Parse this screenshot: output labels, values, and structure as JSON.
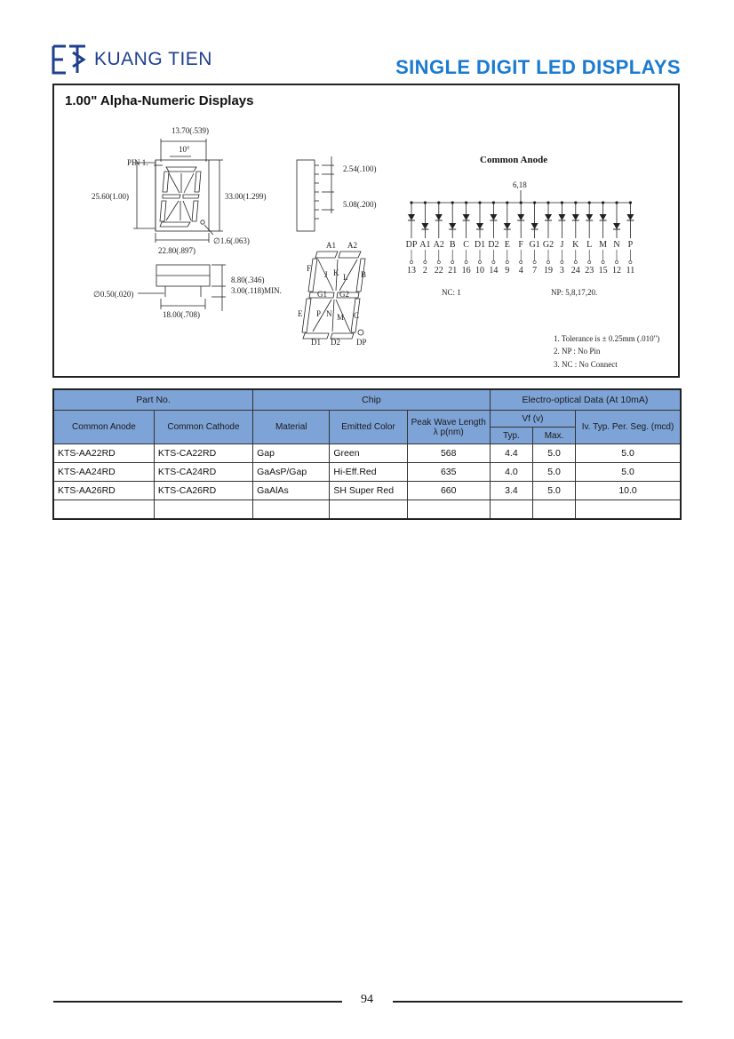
{
  "header": {
    "brand_name": "KUANG TIEN",
    "title": "SINGLE DIGIT LED DISPLAYS"
  },
  "section": {
    "title": "1.00\" Alpha-Numeric Displays"
  },
  "drawing": {
    "dims": {
      "width_top": "13.70(.539)",
      "angle": "10°",
      "pin1": "PIN 1.",
      "height_left": "25.60(1.00)",
      "height_right": "33.00(1.299)",
      "hole": "∅1.6(.063)",
      "width_bottom": "22.80(.897)",
      "pitch1": "2.54(.100)",
      "pitch2": "5.08(.200)",
      "depth": "8.80(.346)",
      "pin_len": "3.00(.118)MIN.",
      "pin_dia": "∅0.50(.020)",
      "pin_span": "18.00(.708)"
    },
    "segments": {
      "A1": "A1",
      "A2": "A2",
      "F": "F",
      "B": "B",
      "J": "J",
      "K": "K",
      "L": "L",
      "G1": "G1",
      "G2": "G2",
      "E": "E",
      "P": "P",
      "N": "N",
      "M": "M",
      "C": "C",
      "D1": "D1",
      "D2": "D2",
      "DP": "DP"
    },
    "circuit": {
      "title": "Common Anode",
      "common_pins": "6,18",
      "labels": [
        "DP",
        "A1",
        "A2",
        "B",
        "C",
        "D1",
        "D2",
        "E",
        "F",
        "G1",
        "G2",
        "J",
        "K",
        "L",
        "M",
        "N",
        "P"
      ],
      "pins": [
        "13",
        "2",
        "22",
        "21",
        "16",
        "10",
        "14",
        "9",
        "4",
        "7",
        "19",
        "3",
        "24",
        "23",
        "15",
        "12",
        "11"
      ],
      "nc": "NC: 1",
      "np": "NP: 5,8,17,20."
    },
    "notes": [
      "1. Tolerance is ± 0.25mm (.010\")",
      "2. NP : No Pin",
      "3. NC : No Connect"
    ]
  },
  "table": {
    "group_headers": {
      "part_no": "Part No.",
      "chip": "Chip",
      "eo": "Electro-optical Data (At 10mA)"
    },
    "headers": {
      "common_anode": "Common Anode",
      "common_cathode": "Common Cathode",
      "material": "Material",
      "emitted_color": "Emitted Color",
      "peak_wave_1": "Peak Wave Length",
      "peak_wave_2": "λ p(nm)",
      "vf": "Vf  (v)",
      "typ": "Typ.",
      "max": "Max.",
      "iv": "Iv. Typ. Per. Seg. (mcd)"
    },
    "rows": [
      {
        "ca": "KTS-AA22RD",
        "cc": "KTS-CA22RD",
        "material": "Gap",
        "color": "Green",
        "wave": "568",
        "typ": "4.4",
        "max": "5.0",
        "iv": "5.0"
      },
      {
        "ca": "KTS-AA24RD",
        "cc": "KTS-CA24RD",
        "material": "GaAsP/Gap",
        "color": "Hi-Eff.Red",
        "wave": "635",
        "typ": "4.0",
        "max": "5.0",
        "iv": "5.0"
      },
      {
        "ca": "KTS-AA26RD",
        "cc": "KTS-CA26RD",
        "material": "GaAlAs",
        "color": "SH Super Red",
        "wave": "660",
        "typ": "3.4",
        "max": "5.0",
        "iv": "10.0"
      },
      {
        "ca": "",
        "cc": "",
        "material": "",
        "color": "",
        "wave": "",
        "typ": "",
        "max": "",
        "iv": ""
      }
    ]
  },
  "footer": {
    "page_number": "94"
  }
}
